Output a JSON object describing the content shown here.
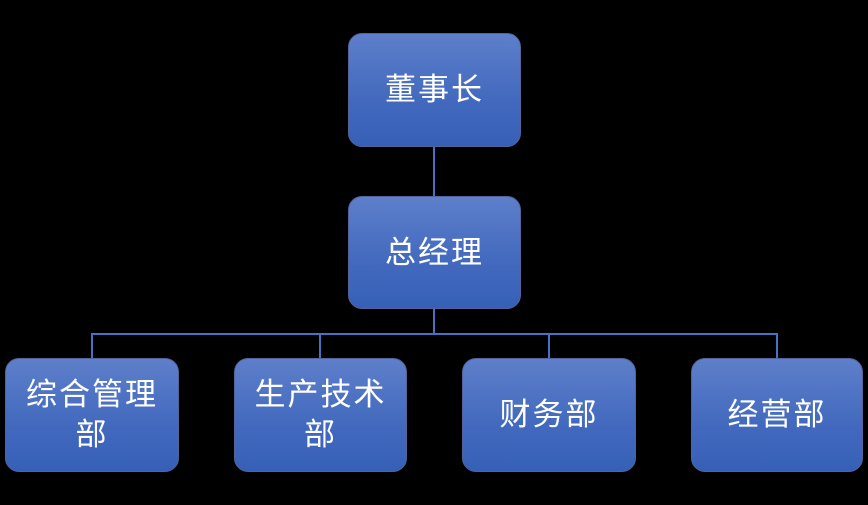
{
  "chart": {
    "type": "org-chart",
    "colors": {
      "background": "#000000",
      "node_fill_top": "#5E7FCA",
      "node_fill_bottom": "#3660B7",
      "node_text_color": "#FFFFFF",
      "connector_color": "#4472C4"
    },
    "nodes": {
      "root": {
        "label": "董事长"
      },
      "manager": {
        "label": "总经理"
      },
      "departments": [
        {
          "label": "综合管理部"
        },
        {
          "label": "生产技术部"
        },
        {
          "label": "财务部"
        },
        {
          "label": "经营部"
        }
      ]
    },
    "edges": [
      {
        "from": "董事长",
        "to": "总经理"
      },
      {
        "from": "总经理",
        "to": "综合管理部"
      },
      {
        "from": "总经理",
        "to": "生产技术部"
      },
      {
        "from": "总经理",
        "to": "财务部"
      },
      {
        "from": "总经理",
        "to": "经营部"
      }
    ]
  }
}
